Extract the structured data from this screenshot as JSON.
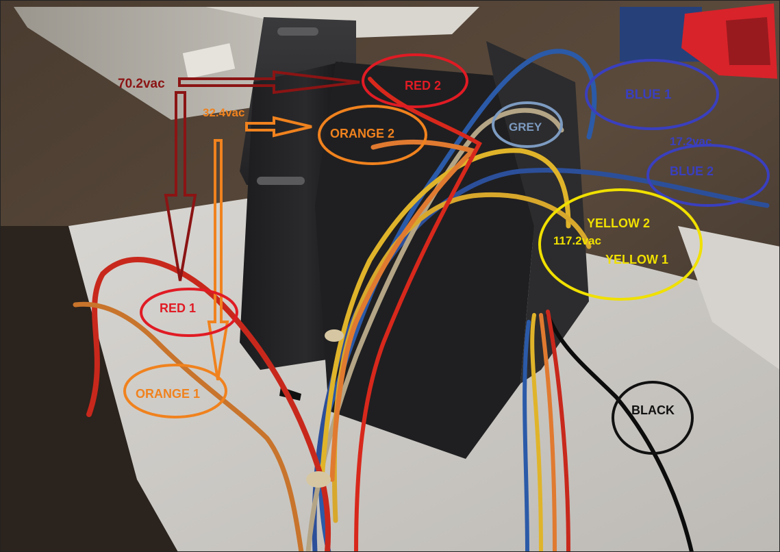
{
  "colors": {
    "red_dark": "#8b1414",
    "red": "#e01b24",
    "orange": "#f0821e",
    "grey": "#7d9bc1",
    "blue": "#3a3fbf",
    "yellow": "#f0e000",
    "black": "#111111"
  },
  "voltages": {
    "red_pair": "70.2vac",
    "orange_pair": "32.4vac",
    "blue_pair": "17.2vac",
    "yellow_pair": "117.2vac"
  },
  "wire_labels": {
    "red_1": "RED 1",
    "red_2": "RED 2",
    "orange_1": "ORANGE 1",
    "orange_2": "ORANGE 2",
    "grey": "GREY",
    "blue_1": "BLUE 1",
    "blue_2": "BLUE 2",
    "yellow_1": "YELLOW 1",
    "yellow_2": "YELLOW 2",
    "black": "BLACK"
  }
}
